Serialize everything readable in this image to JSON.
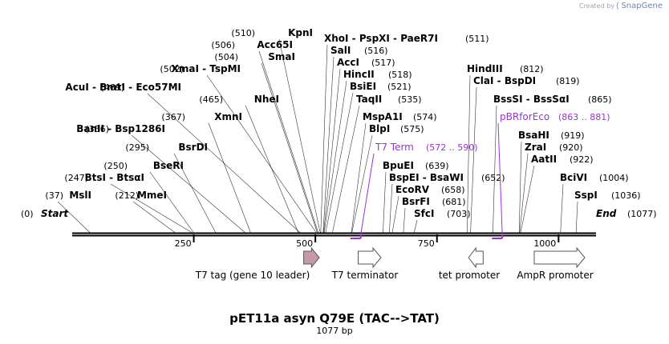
{
  "watermark": {
    "created_by": "Created by",
    "brand": "SnapGene"
  },
  "title": "pET11a asyn Q79E (TAC-->TAT)",
  "length_label": "1077 bp",
  "sequence": {
    "length": 1077,
    "start_label": "Start",
    "end_label": "End",
    "start_pos": "(0)",
    "end_pos": "(1077)"
  },
  "ruler": [
    250,
    500,
    750,
    1000
  ],
  "sites": [
    {
      "name": "MslI",
      "pos": 37,
      "label": "(37)"
    },
    {
      "name": "MmeI",
      "pos": 212,
      "label": "(212)"
    },
    {
      "name": "BtsI",
      "alt": "BtsαI",
      "pos": 247,
      "label": "(247)"
    },
    {
      "name": "BseRI",
      "pos": 250,
      "label": "(250)"
    },
    {
      "name": "BsrDI",
      "pos": 295,
      "label": "(295)"
    },
    {
      "name": "BanII",
      "alt": "Bsp1286I",
      "pos": 356,
      "label": "(356)"
    },
    {
      "name": "XmnI",
      "pos": 367,
      "label": "(367)"
    },
    {
      "name": "NheI",
      "pos": 465,
      "label": "(465)"
    },
    {
      "name": "AcuI",
      "alt": "BmtI",
      "alt2": "Eco57MI",
      "pos": 469,
      "label": "(469)"
    },
    {
      "name": "XmaI",
      "alt": "TspMI",
      "pos": 502,
      "label": "(502)"
    },
    {
      "name": "SmaI",
      "pos": 504,
      "label": "(504)"
    },
    {
      "name": "Acc65I",
      "pos": 506,
      "label": "(506)"
    },
    {
      "name": "KpnI",
      "pos": 510,
      "label": "(510)"
    },
    {
      "name": "XhoI",
      "alt": "PspXI",
      "alt2": "PaeR7I",
      "pos": 511,
      "label": "(511)"
    },
    {
      "name": "SalI",
      "pos": 516,
      "label": "(516)"
    },
    {
      "name": "AccI",
      "pos": 517,
      "label": "(517)"
    },
    {
      "name": "HincII",
      "pos": 518,
      "label": "(518)"
    },
    {
      "name": "BsiEI",
      "pos": 521,
      "label": "(521)"
    },
    {
      "name": "TaqII",
      "pos": 535,
      "label": "(535)"
    },
    {
      "name": "MspA1I",
      "pos": 574,
      "label": "(574)"
    },
    {
      "name": "BlpI",
      "pos": 575,
      "label": "(575)"
    },
    {
      "name": "BpuEI",
      "pos": 639,
      "label": "(639)"
    },
    {
      "name": "BspEI",
      "alt": "BsaWI",
      "pos": 652,
      "label": "(652)"
    },
    {
      "name": "EcoRV",
      "pos": 658,
      "label": "(658)"
    },
    {
      "name": "BsrFI",
      "pos": 681,
      "label": "(681)"
    },
    {
      "name": "SfcI",
      "pos": 703,
      "label": "(703)"
    },
    {
      "name": "HindIII",
      "pos": 812,
      "label": "(812)"
    },
    {
      "name": "ClaI",
      "alt": "BspDI",
      "pos": 819,
      "label": "(819)"
    },
    {
      "name": "BssSI",
      "alt": "BssSαI",
      "pos": 865,
      "label": "(865)"
    },
    {
      "name": "BsaHI",
      "pos": 919,
      "label": "(919)"
    },
    {
      "name": "ZraI",
      "pos": 920,
      "label": "(920)"
    },
    {
      "name": "AatII",
      "pos": 922,
      "label": "(922)"
    },
    {
      "name": "BciVI",
      "pos": 1004,
      "label": "(1004)"
    },
    {
      "name": "SspI",
      "pos": 1036,
      "label": "(1036)"
    }
  ],
  "primers": [
    {
      "name": "T7 Term",
      "range": "(572 .. 590)",
      "start": 572,
      "end": 590,
      "color": "#9b30d9"
    },
    {
      "name": "pBRforEco",
      "range": "(863 .. 881)",
      "start": 863,
      "end": 881,
      "color": "#9b30d9"
    }
  ],
  "features": [
    {
      "name": "T7 tag (gene 10 leader)",
      "start": 476,
      "end": 508,
      "direction": "right",
      "color": "#c79aa8"
    },
    {
      "name": "T7 terminator",
      "start": 588,
      "end": 635,
      "direction": "right",
      "color": "#ffffff"
    },
    {
      "name": "tet promoter",
      "start": 815,
      "end": 845,
      "direction": "left",
      "color": "#ffffff"
    },
    {
      "name": "AmpR promoter",
      "start": 950,
      "end": 1054,
      "direction": "right",
      "color": "#ffffff"
    }
  ]
}
